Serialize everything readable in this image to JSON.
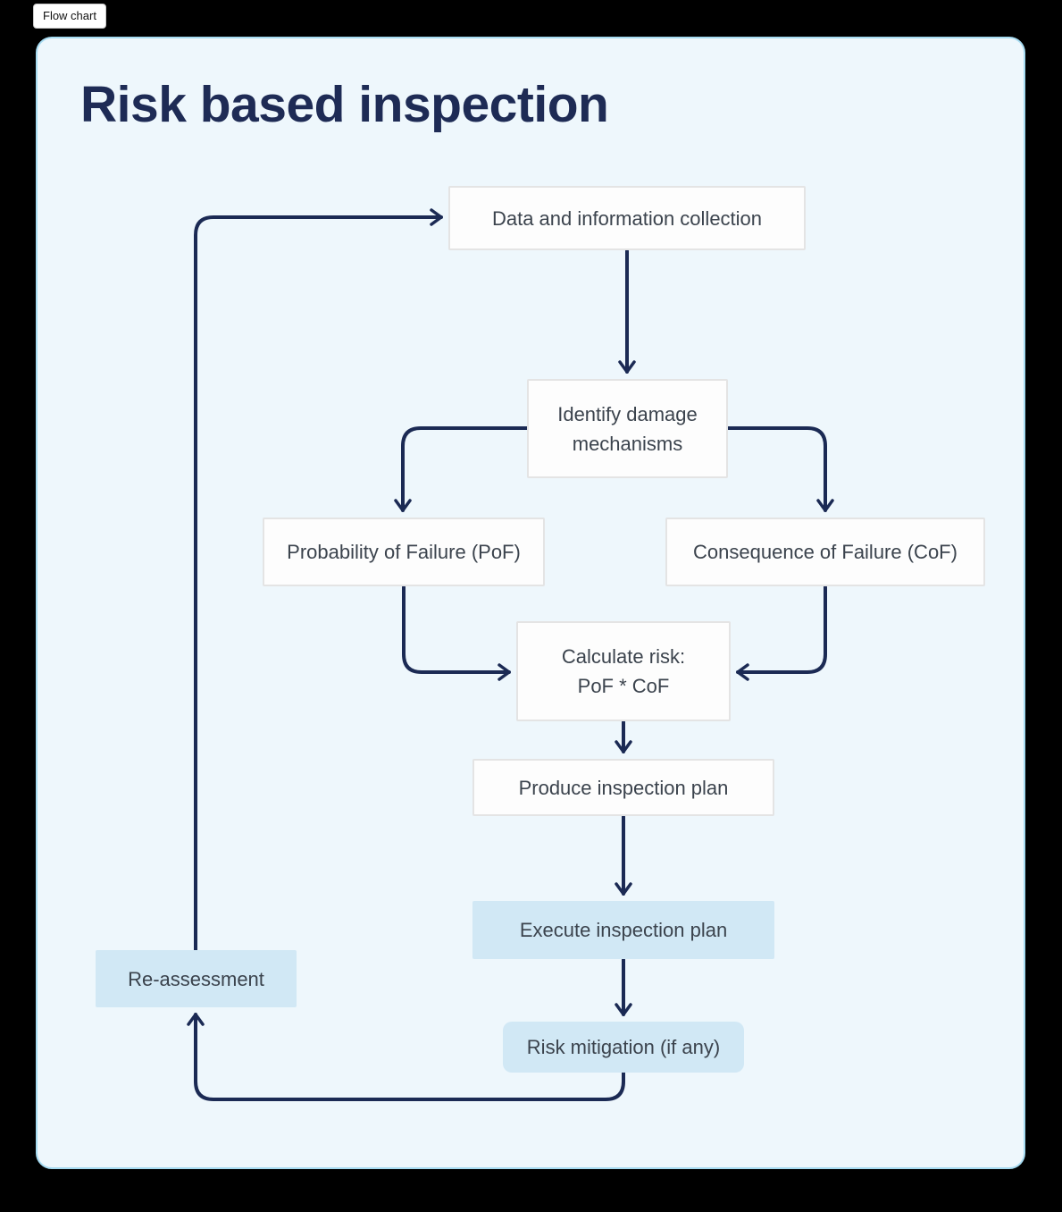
{
  "badge": {
    "label": "Flow chart"
  },
  "title": "Risk based inspection",
  "flowchart": {
    "nodes": [
      {
        "id": "data-collection",
        "label": "Data and information collection",
        "style": "white"
      },
      {
        "id": "identify-damage",
        "lines": [
          "Identify damage",
          "mechanisms"
        ],
        "style": "white"
      },
      {
        "id": "pof",
        "label": "Probability of Failure (PoF)",
        "style": "white"
      },
      {
        "id": "cof",
        "label": "Consequence of Failure (CoF)",
        "style": "white"
      },
      {
        "id": "calculate-risk",
        "lines": [
          "Calculate risk:",
          "PoF * CoF"
        ],
        "style": "white"
      },
      {
        "id": "produce-plan",
        "label": "Produce inspection plan",
        "style": "white"
      },
      {
        "id": "execute-plan",
        "label": "Execute inspection plan",
        "style": "highlight"
      },
      {
        "id": "risk-mitigation",
        "label": "Risk mitigation (if any)",
        "style": "highlight"
      },
      {
        "id": "re-assessment",
        "label": "Re-assessment",
        "style": "highlight"
      }
    ],
    "edges": [
      {
        "from": "re-assessment",
        "to": "data-collection"
      },
      {
        "from": "data-collection",
        "to": "identify-damage"
      },
      {
        "from": "identify-damage",
        "to": "pof"
      },
      {
        "from": "identify-damage",
        "to": "cof"
      },
      {
        "from": "pof",
        "to": "calculate-risk"
      },
      {
        "from": "cof",
        "to": "calculate-risk"
      },
      {
        "from": "calculate-risk",
        "to": "produce-plan"
      },
      {
        "from": "produce-plan",
        "to": "execute-plan"
      },
      {
        "from": "execute-plan",
        "to": "risk-mitigation"
      },
      {
        "from": "risk-mitigation",
        "to": "re-assessment"
      }
    ]
  },
  "colors": {
    "page_background": "#000000",
    "panel_background": "#eef7fc",
    "panel_border": "#a6dbf1",
    "arrow": "#1b2a54",
    "title_text": "#1e2b55",
    "node_text": "#3b434d",
    "node_white_fill": "#fdfdfd",
    "node_white_border": "#e4e4e4",
    "node_highlight_fill": "#d1e8f5"
  }
}
